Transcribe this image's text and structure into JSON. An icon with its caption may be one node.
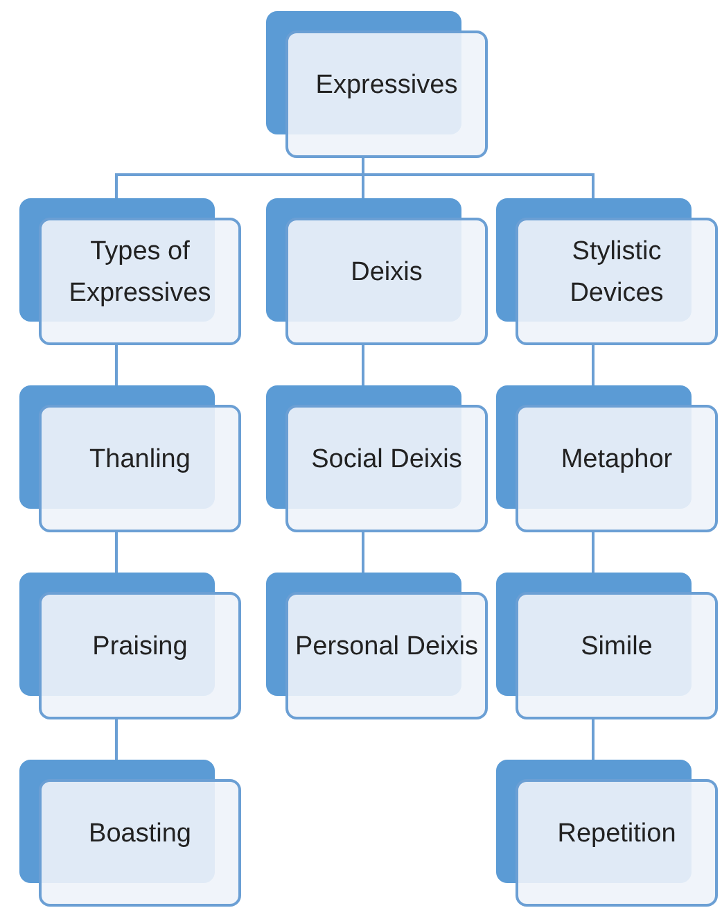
{
  "diagram": {
    "nodes": [
      {
        "text": [
          "Expressives"
        ]
      },
      {
        "text": [
          "Types of Expressives"
        ]
      },
      {
        "text": [
          "Thanling"
        ]
      },
      {
        "text": [
          "Praising"
        ]
      },
      {
        "text": [
          "Boasting"
        ]
      },
      {
        "text": [
          "Deixis"
        ]
      },
      {
        "text": [
          "Social Deixis"
        ]
      },
      {
        "text": [
          "Personal Deixis"
        ]
      },
      {
        "text": [
          "Stylistic Devices"
        ]
      },
      {
        "text": [
          "Metaphor"
        ]
      },
      {
        "text": [
          "Simile"
        ]
      },
      {
        "text": [
          "Repetition"
        ]
      }
    ],
    "edges": [
      {
        "from": 0,
        "to": 1,
        "arrow": "none"
      },
      {
        "from": 0,
        "to": 5,
        "arrow": "none"
      },
      {
        "from": 0,
        "to": 8,
        "arrow": "none"
      },
      {
        "from": 1,
        "to": 2,
        "arrow": "none"
      },
      {
        "from": 2,
        "to": 3,
        "arrow": "none"
      },
      {
        "from": 3,
        "to": 4,
        "arrow": "none"
      },
      {
        "from": 5,
        "to": 6,
        "arrow": "none"
      },
      {
        "from": 6,
        "to": 7,
        "arrow": "none"
      },
      {
        "from": 8,
        "to": 9,
        "arrow": "none"
      },
      {
        "from": 9,
        "to": 10,
        "arrow": "none"
      },
      {
        "from": 10,
        "to": 11,
        "arrow": "none"
      }
    ]
  }
}
